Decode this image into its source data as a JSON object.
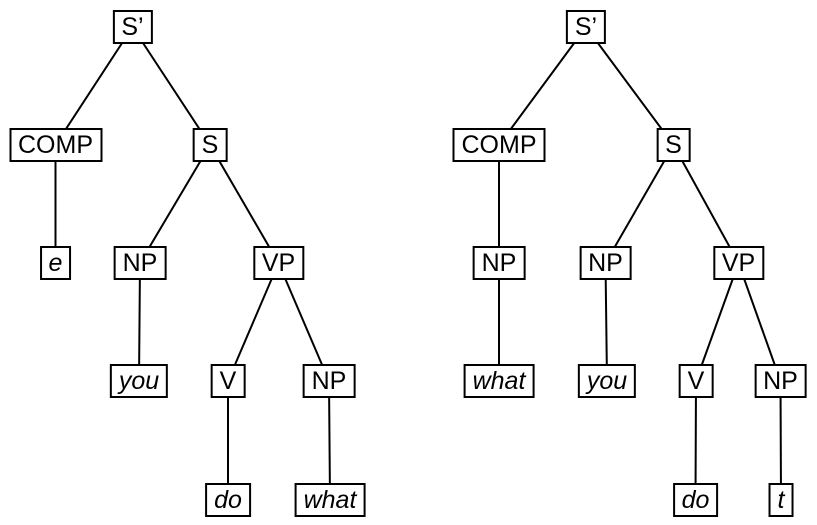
{
  "diagram": {
    "type": "syntax-trees",
    "description": "Two phrase-structure tree diagrams side by side showing wh-movement",
    "colors": {
      "background": "#ffffff",
      "stroke": "#000000",
      "text": "#000000"
    },
    "trees": [
      {
        "name": "left-tree",
        "sentence": "e you do what",
        "nodes": {
          "sbar": {
            "label": "S’"
          },
          "comp": {
            "label": "COMP"
          },
          "s": {
            "label": "S"
          },
          "e": {
            "label": "e",
            "terminal": true
          },
          "np_subj": {
            "label": "NP"
          },
          "vp": {
            "label": "VP"
          },
          "you": {
            "label": "you",
            "terminal": true
          },
          "v": {
            "label": "V"
          },
          "np_obj": {
            "label": "NP"
          },
          "do": {
            "label": "do",
            "terminal": true
          },
          "what": {
            "label": "what",
            "terminal": true
          }
        },
        "edges": [
          [
            "sbar",
            "comp"
          ],
          [
            "sbar",
            "s"
          ],
          [
            "comp",
            "e"
          ],
          [
            "s",
            "np_subj"
          ],
          [
            "s",
            "vp"
          ],
          [
            "np_subj",
            "you"
          ],
          [
            "vp",
            "v"
          ],
          [
            "vp",
            "np_obj"
          ],
          [
            "v",
            "do"
          ],
          [
            "np_obj",
            "what"
          ]
        ]
      },
      {
        "name": "right-tree",
        "sentence": "what you do t",
        "nodes": {
          "sbar": {
            "label": "S’"
          },
          "comp": {
            "label": "COMP"
          },
          "s": {
            "label": "S"
          },
          "np_comp": {
            "label": "NP"
          },
          "np_subj": {
            "label": "NP"
          },
          "vp": {
            "label": "VP"
          },
          "what": {
            "label": "what",
            "terminal": true
          },
          "you": {
            "label": "you",
            "terminal": true
          },
          "v": {
            "label": "V"
          },
          "np_obj": {
            "label": "NP"
          },
          "do": {
            "label": "do",
            "terminal": true
          },
          "t": {
            "label": "t",
            "terminal": true
          }
        },
        "edges": [
          [
            "sbar",
            "comp"
          ],
          [
            "sbar",
            "s"
          ],
          [
            "comp",
            "np_comp"
          ],
          [
            "np_comp",
            "what"
          ],
          [
            "s",
            "np_subj"
          ],
          [
            "s",
            "vp"
          ],
          [
            "np_subj",
            "you"
          ],
          [
            "vp",
            "v"
          ],
          [
            "vp",
            "np_obj"
          ],
          [
            "v",
            "do"
          ],
          [
            "np_obj",
            "t"
          ]
        ]
      }
    ]
  }
}
